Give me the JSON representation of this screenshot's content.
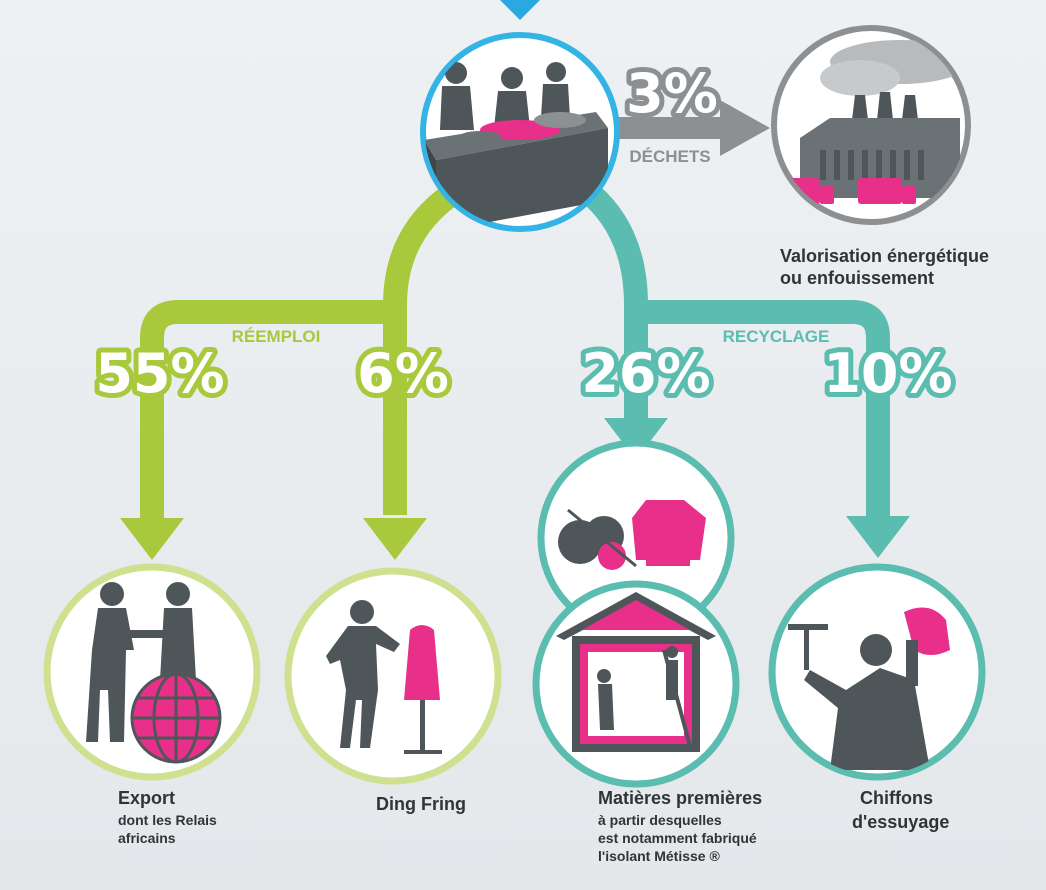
{
  "colors": {
    "reuse": "#a7c93b",
    "recycle": "#5bbcb0",
    "waste": "#8c9093",
    "input_arrow": "#2aa8e0",
    "accent_pink": "#e8308a",
    "silhouette": "#4f5659"
  },
  "flows": {
    "waste": {
      "percent": "3%",
      "label": "DÉCHETS",
      "icon": "factory-icon"
    },
    "reuse": {
      "label": "RÉEMPLOI",
      "export": {
        "percent": "55%",
        "title": "Export",
        "sub_1": "dont les Relais",
        "sub_2": "africains",
        "icon": "handshake-globe-icon"
      },
      "ding_fring": {
        "percent": "6%",
        "title": "Ding Fring",
        "icon": "shopper-mannequin-icon"
      }
    },
    "recycle": {
      "label": "RECYCLAGE",
      "raw_materials": {
        "percent": "26%",
        "title": "Matières premières",
        "sub_1": "à partir desquelles",
        "sub_2": "est notamment fabriqué",
        "sub_3": "l'isolant Métisse ®",
        "icon": "yarn-sweater-house-icon"
      },
      "rags": {
        "percent": "10%",
        "title": "Chiffons",
        "title_2": "d'essuyage",
        "icon": "cleaner-rag-icon"
      }
    }
  },
  "waste_destination": {
    "line_1": "Valorisation énergétique",
    "line_2": "ou enfouissement"
  },
  "sorting": {
    "icon": "sorting-workers-icon"
  }
}
